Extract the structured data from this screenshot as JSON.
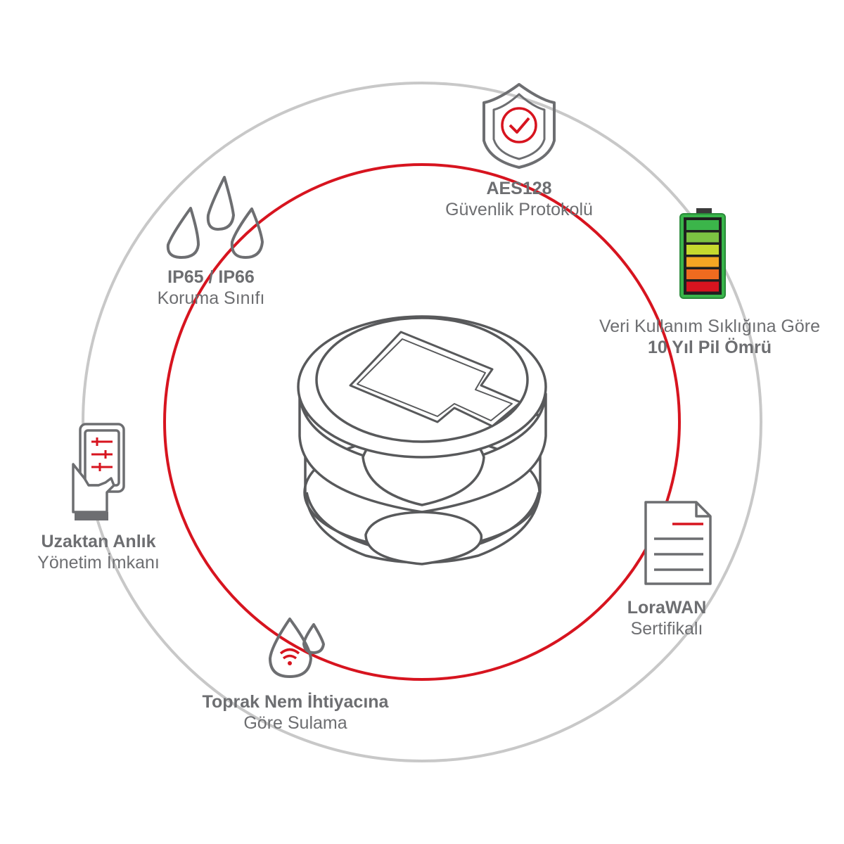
{
  "colors": {
    "outer_ring": "#c8c8c8",
    "inner_ring": "#d7141f",
    "text": "#6d6e71",
    "icon_stroke": "#6d6e71",
    "accent": "#d7141f"
  },
  "features": {
    "security": {
      "line1": "AES128",
      "line2": "Güvenlik Protokolü",
      "icon": "shield-check-icon"
    },
    "battery": {
      "line1": "Veri Kullanım Sıklığına Göre",
      "line2": "10 Yıl Pil Ömrü",
      "icon": "battery-icon",
      "segment_colors": [
        "#3bb54a",
        "#7cc242",
        "#c6d92e",
        "#f5a623",
        "#ef6b1f",
        "#d7141f"
      ]
    },
    "protection": {
      "line1": "IP65 / IP66",
      "line2": "Koruma Sınıfı",
      "icon": "water-drops-icon"
    },
    "remote": {
      "line1": "Uzaktan Anlık",
      "line2": "Yönetim İmkanı",
      "icon": "phone-hand-icon"
    },
    "certificate": {
      "line1": "LoraWAN",
      "line2": "Sertifikalı",
      "icon": "document-icon"
    },
    "irrigation": {
      "line1": "Toprak Nem İhtiyacına",
      "line2": "Göre Sulama",
      "icon": "drop-wifi-icon"
    }
  },
  "device": {
    "icon": "sensor-device-icon"
  }
}
